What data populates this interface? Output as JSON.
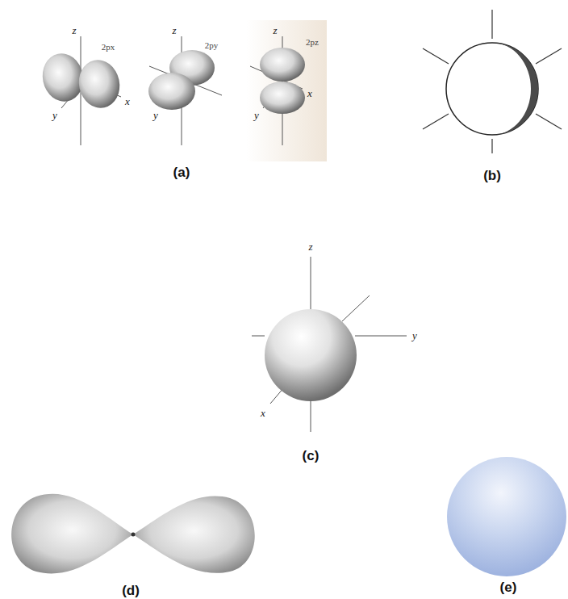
{
  "diagram": {
    "labels": [
      "z",
      "2px",
      "x",
      "y",
      "z",
      "2py",
      "y",
      "z",
      "2pz",
      "x",
      "y",
      "(a)",
      "(b)",
      "z",
      "y",
      "x",
      "(c)",
      "(d)",
      "(e)"
    ]
  }
}
